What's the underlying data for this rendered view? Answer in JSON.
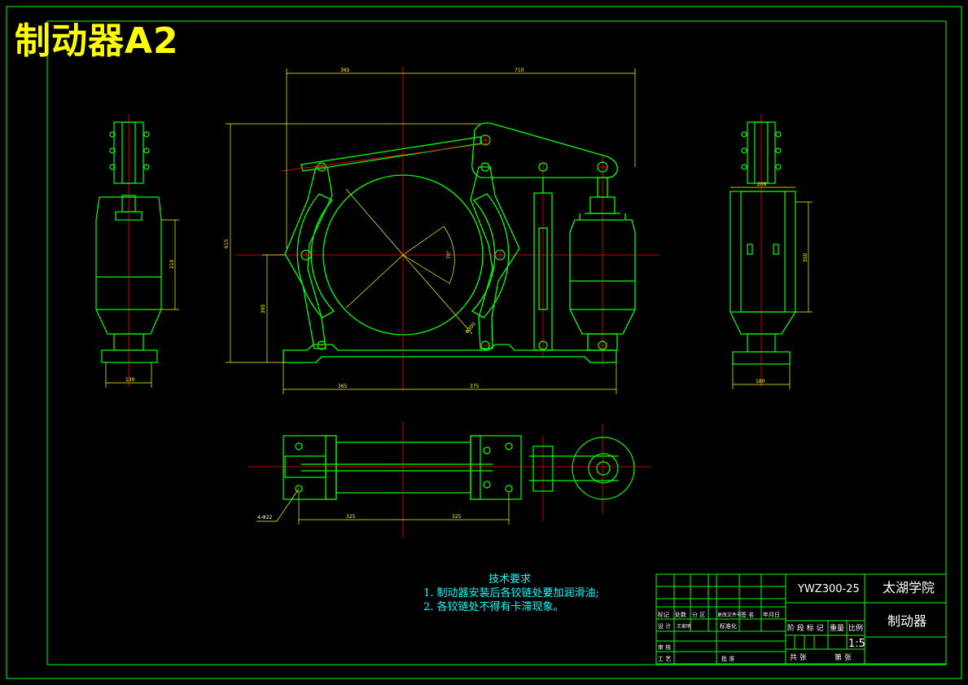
{
  "title": "制动器A2",
  "colors": {
    "background": "#000000",
    "frame": "#00ff00",
    "outline": "#00ff00",
    "centerline": "#ff0000",
    "dimension": "#ffff00",
    "text_cyan": "#00ffff",
    "text_white": "#ffffff",
    "title_yellow": "#ffff00"
  },
  "front_view": {
    "dim_top_left": "365",
    "dim_top_right": "710",
    "dim_height": "615",
    "dim_center_height": "395",
    "dim_bottom_left": "365",
    "dim_bottom_right": "375",
    "dim_angle": "70°",
    "dim_drum": "Φ300"
  },
  "left_view": {
    "dim_height": "210",
    "dim_width": "130"
  },
  "right_view": {
    "dim_top": "208",
    "dim_height": "350",
    "dim_width": "180"
  },
  "plan_view": {
    "dim_left": "325",
    "dim_right": "325",
    "hole_note": "4-Φ22"
  },
  "tech_req": {
    "heading": "技术要求",
    "line1": "1. 制动器安装后各铰链处要加润滑油;",
    "line2": "2. 各铰链处不得有卡滞现象。"
  },
  "title_block": {
    "drawing_no": "YWZ300-25",
    "school": "太湖学院",
    "part_name": "制动器",
    "scale": "1:5",
    "head_row": [
      "标记",
      "处数",
      "分 区",
      "更改文件号",
      "签 名",
      "年月日"
    ],
    "row_design": "设 计",
    "row_designer": "王家明",
    "row_std": "标准化",
    "row_check": "审 核",
    "row_process": "工 艺",
    "row_approve": "批 准",
    "stage_label": "阶 段 标 记",
    "weight_label": "重量",
    "scale_label": "比例",
    "sheets_total": "共 张",
    "sheet_no": "第 张"
  }
}
